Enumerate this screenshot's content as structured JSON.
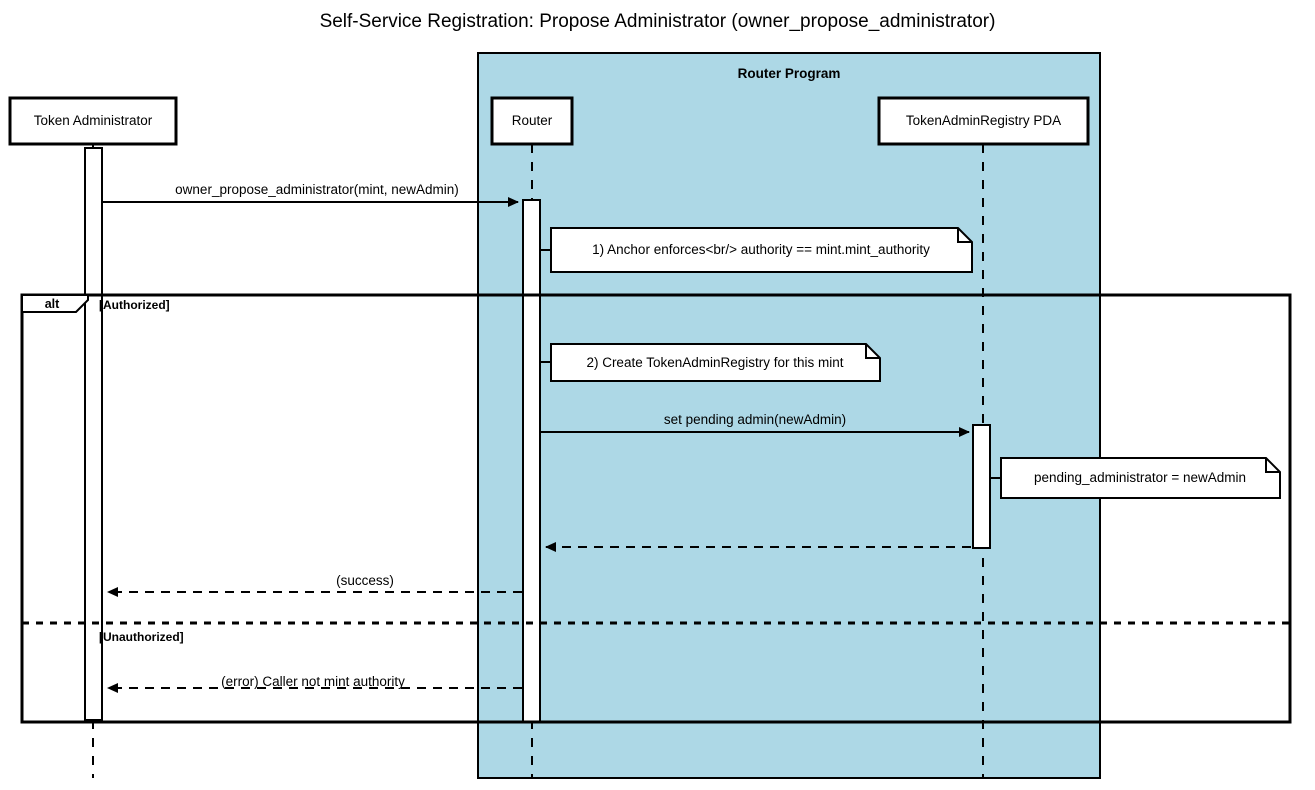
{
  "diagram": {
    "type": "sequence-diagram",
    "title": "Self-Service Registration: Propose Administrator (owner_propose_administrator)",
    "colors": {
      "group_background": "#ADD8E6",
      "stroke": "#000000",
      "note_background": "#FFFFFF",
      "page_background": "#FFFFFF"
    }
  },
  "group_box": {
    "label": "Router Program"
  },
  "participants": [
    {
      "id": "token-administrator",
      "label": "Token Administrator"
    },
    {
      "id": "router",
      "label": "Router"
    },
    {
      "id": "token-admin-registry-pda",
      "label": "TokenAdminRegistry PDA"
    }
  ],
  "fragment": {
    "operator": "alt",
    "guards": [
      {
        "label": "[Authorized]"
      },
      {
        "label": "[Unauthorized]"
      }
    ]
  },
  "messages": [
    {
      "id": "msg-propose",
      "label": "owner_propose_administrator(mint, newAdmin)",
      "from": "token-administrator",
      "to": "router",
      "style": "solid"
    },
    {
      "id": "msg-set-pending-admin",
      "label": "set pending admin(newAdmin)",
      "from": "router",
      "to": "token-admin-registry-pda",
      "style": "solid"
    },
    {
      "id": "msg-pda-return",
      "label": "",
      "from": "token-admin-registry-pda",
      "to": "router",
      "style": "dashed"
    },
    {
      "id": "msg-success",
      "label": "(success)",
      "from": "router",
      "to": "token-administrator",
      "style": "dashed"
    },
    {
      "id": "msg-error",
      "label": "(error) Caller not mint authority",
      "from": "router",
      "to": "token-administrator",
      "style": "dashed"
    }
  ],
  "notes": [
    {
      "id": "note-anchor-enforces",
      "text": "1) Anchor enforces<br/> authority == mint.mint_authority",
      "attached_to": "router"
    },
    {
      "id": "note-create-registry",
      "text": "2) Create TokenAdminRegistry for this mint",
      "attached_to": "router"
    },
    {
      "id": "note-pending-administrator",
      "text": "pending_administrator = newAdmin",
      "attached_to": "token-admin-registry-pda"
    }
  ]
}
